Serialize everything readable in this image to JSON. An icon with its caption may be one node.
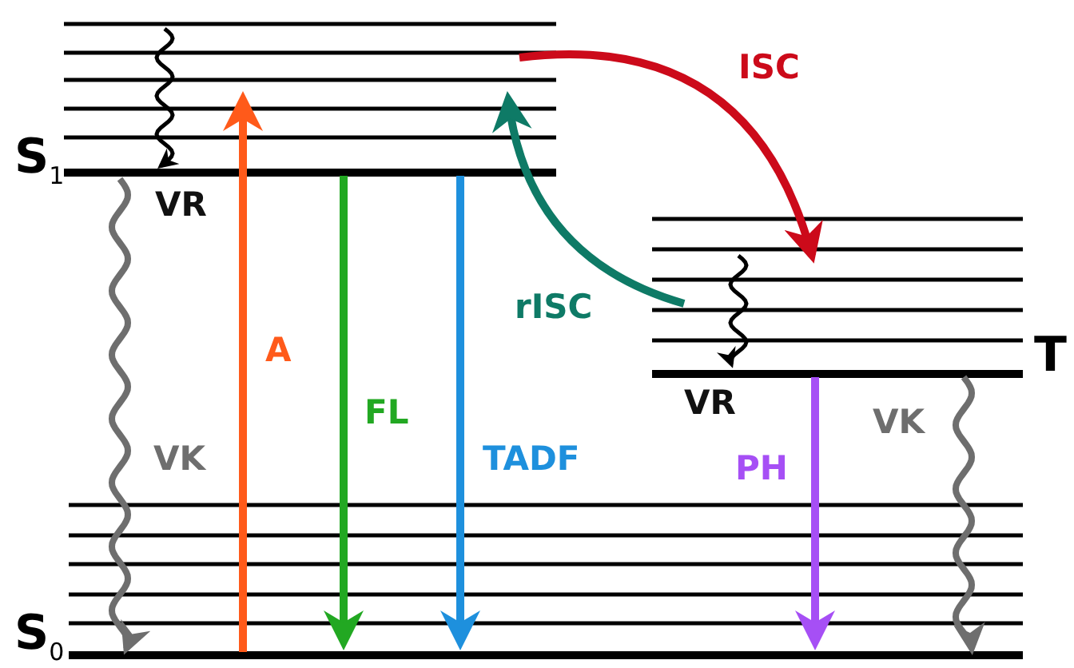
{
  "diagram": {
    "nodes": [
      {
        "text": [
          "S$_{1}$"
        ]
      },
      {
        "text": [
          "T"
        ]
      },
      {
        "text": [
          "S$_{0}$"
        ]
      }
    ],
    "edges": [
      {
        "from": 0,
        "to": 1,
        "arrow": "to",
        "label": "ISC",
        "color": "#cc0a1a"
      },
      {
        "from": 1,
        "to": 0,
        "arrow": "to",
        "label": "rISC",
        "color": "#0e7a66"
      },
      {
        "from": 2,
        "to": 0,
        "arrow": "to",
        "label": "A",
        "color": "#ff5a1a"
      },
      {
        "from": 0,
        "to": 2,
        "arrow": "to",
        "label": "FL",
        "color": "#22a822"
      },
      {
        "from": 0,
        "to": 2,
        "arrow": "to",
        "label": "TADF",
        "color": "#1e90dd"
      },
      {
        "from": 0,
        "to": 2,
        "arrow": "to",
        "label": "VK",
        "color": "#6e6e6e"
      },
      {
        "from": 1,
        "to": 2,
        "arrow": "to",
        "label": "PH",
        "color": "#a64ff5"
      },
      {
        "from": 1,
        "to": 2,
        "arrow": "to",
        "label": "VK",
        "color": "#6e6e6e"
      }
    ],
    "labels": [
      "VR",
      "VR"
    ]
  }
}
